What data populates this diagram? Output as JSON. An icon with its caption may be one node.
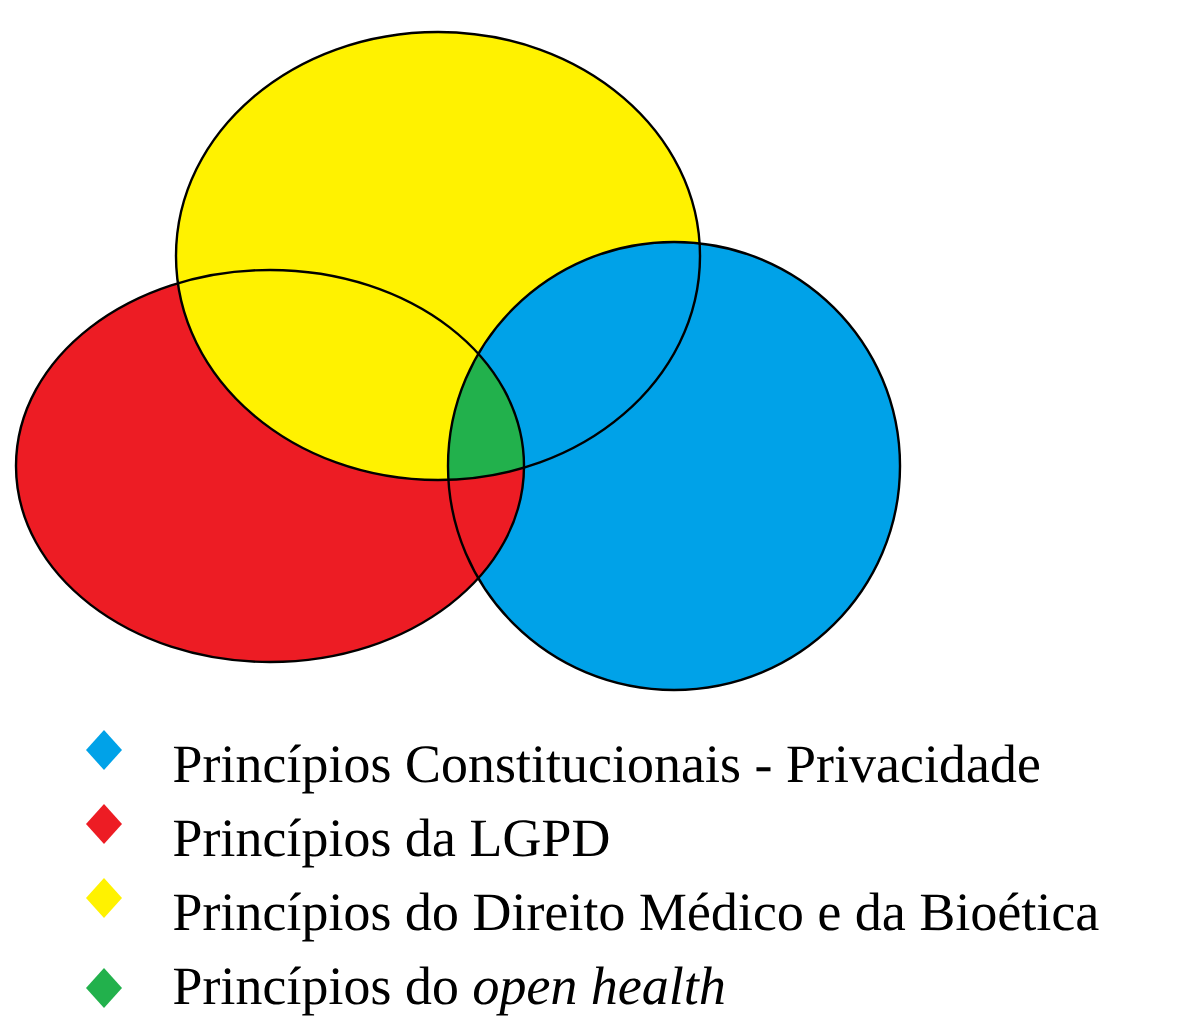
{
  "diagram": {
    "legend": [
      {
        "text": "Princípios Constitucionais - Privacidade",
        "color": "#00a2e8"
      },
      {
        "text": "Princípios da LGPD",
        "color": "#ed1c24"
      },
      {
        "text": "Princípios do Direito Médico e da Bioética",
        "color": "#fff200"
      },
      {
        "text": "Princípios do *open health*",
        "color": "#22b14c"
      }
    ]
  }
}
